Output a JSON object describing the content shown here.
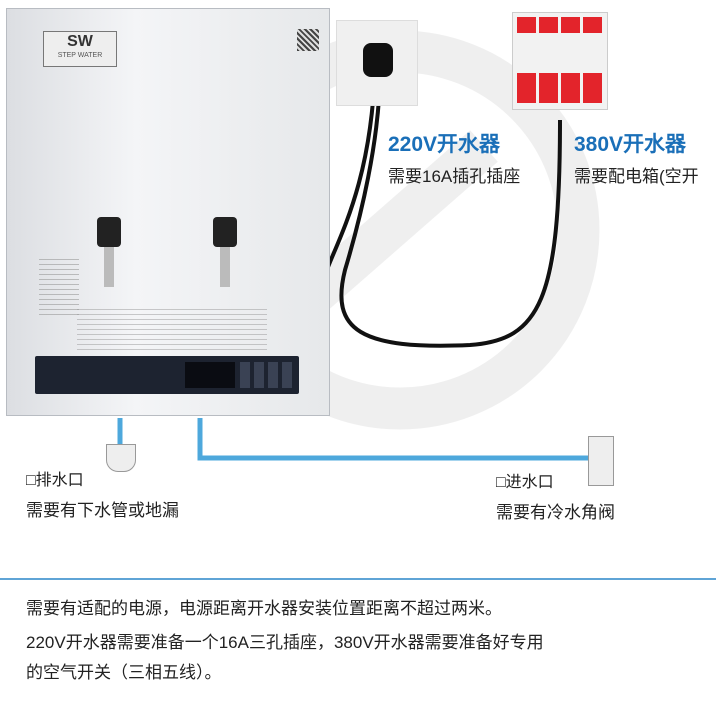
{
  "device": {
    "brand": "SW",
    "brand_sub": "STEP WATER"
  },
  "plug220": {
    "title": "220V开水器",
    "desc": "需要16A插孔插座"
  },
  "breaker380": {
    "title": "380V开水器",
    "desc": "需要配电箱(空开"
  },
  "drain": {
    "title": "□排水口",
    "desc": "需要有下水管或地漏"
  },
  "inlet": {
    "title": "□进水口",
    "desc": "需要有冷水角阀"
  },
  "notes": {
    "line1": "需要有适配的电源，电源距离开水器安装位置距离不超过两米。",
    "line2": "220V开水器需要准备一个16A三孔插座，380V开水器需要准备好专用",
    "line3": "的空气开关（三相五线）。"
  },
  "colors": {
    "accent": "#1a6fb8",
    "pipe": "#4ea8dc",
    "breaker": "#e3242b"
  }
}
